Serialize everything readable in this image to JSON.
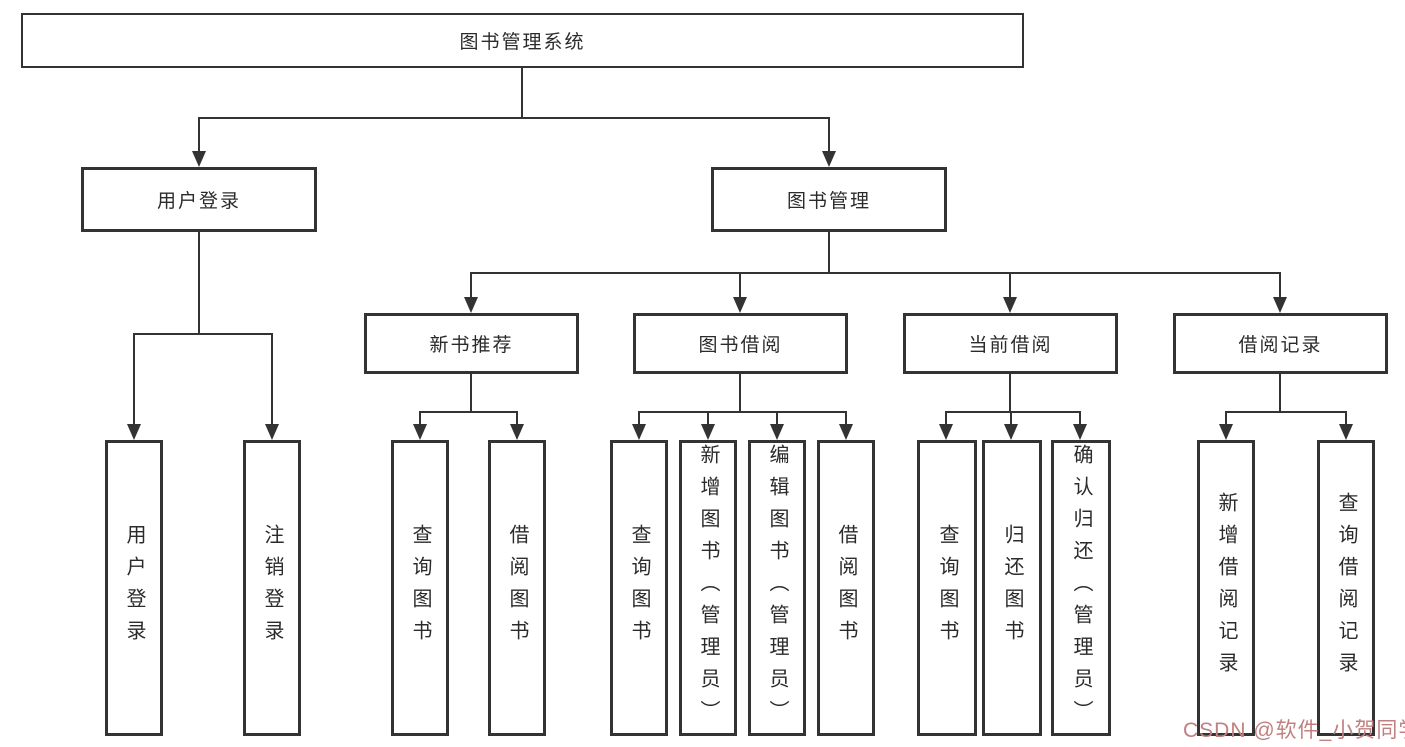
{
  "diagram": {
    "root": "图书管理系统",
    "level2": {
      "user_login": "用户登录",
      "book_mgmt": "图书管理"
    },
    "level3": {
      "new_book": "新书推荐",
      "book_borrow": "图书借阅",
      "current_borrow": "当前借阅",
      "borrow_record": "借阅记录"
    },
    "leaves": {
      "user_login": "用户登录",
      "logout": "注销登录",
      "nb_query": "查询图书",
      "nb_borrow": "借阅图书",
      "bw_query": "查询图书",
      "bw_add": "新增图书（管理员）",
      "bw_edit": "编辑图书（管理员）",
      "bw_borrow": "借阅图书",
      "cu_query": "查询图书",
      "cu_return": "归还图书",
      "cu_confirm": "确认归还（管理员）",
      "rc_add": "新增借阅记录",
      "rc_query": "查询借阅记录"
    }
  },
  "watermark": {
    "text": "CSDN @软件_小贺同学",
    "color": "#c08080"
  },
  "colors": {
    "line": "#333333",
    "background": "#ffffff"
  }
}
